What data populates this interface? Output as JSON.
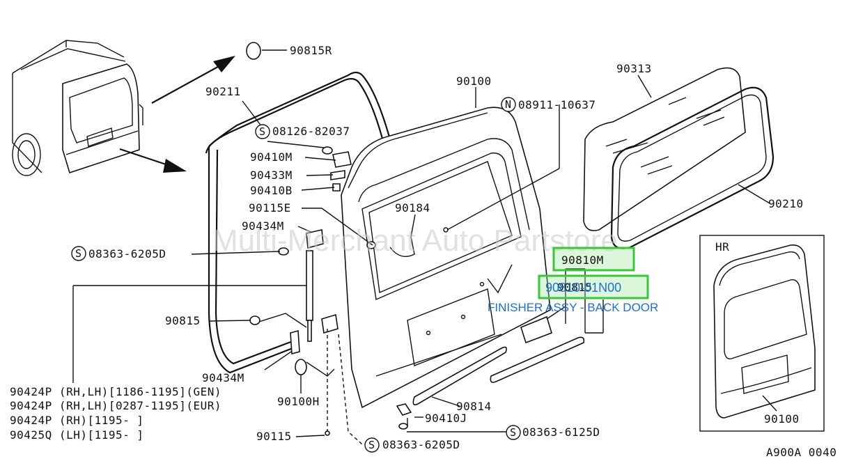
{
  "labels": {
    "p90815R": "90815R",
    "p90211": "90211",
    "p90100": "90100",
    "p90313": "90313",
    "n_08911": "08911-10637",
    "s_08126": "08126-82037",
    "p90410M": "90410M",
    "p90433M": "90433M",
    "p90410B": "90410B",
    "p90115E": "90115E",
    "p90184": "90184",
    "p90434M_top": "90434M",
    "s_08363_left": "08363-6205D",
    "p90210": "90210",
    "p90810M": "90810M",
    "p90815": "90815",
    "p90434M_bot": "90434M",
    "p90100H": "90100H",
    "p90814": "90814",
    "p90410J": "90410J",
    "s_08363_right": "08363-6125D",
    "s_08363_bot": "08363-6205D",
    "p90115": "90115",
    "p90815_inner": "90815",
    "hr": "HR",
    "hr_90100": "90100",
    "ref": "A900A 0040",
    "s_symbol": "S",
    "n_symbol": "N"
  },
  "notes": [
    "90424P (RH,LH)[1186-1195](GEN)",
    "90424P (RH,LH)[0287-1195](EUR)",
    "90424P (RH)[1195-      ]",
    "90425Q (LH)[1195-      ]"
  ],
  "highlight": {
    "part_number": "90810-01N00",
    "description": "FINISHER ASSY - BACK DOOR",
    "color": "#37c837"
  },
  "watermark": "Multi-Merchant Auto Partstore"
}
